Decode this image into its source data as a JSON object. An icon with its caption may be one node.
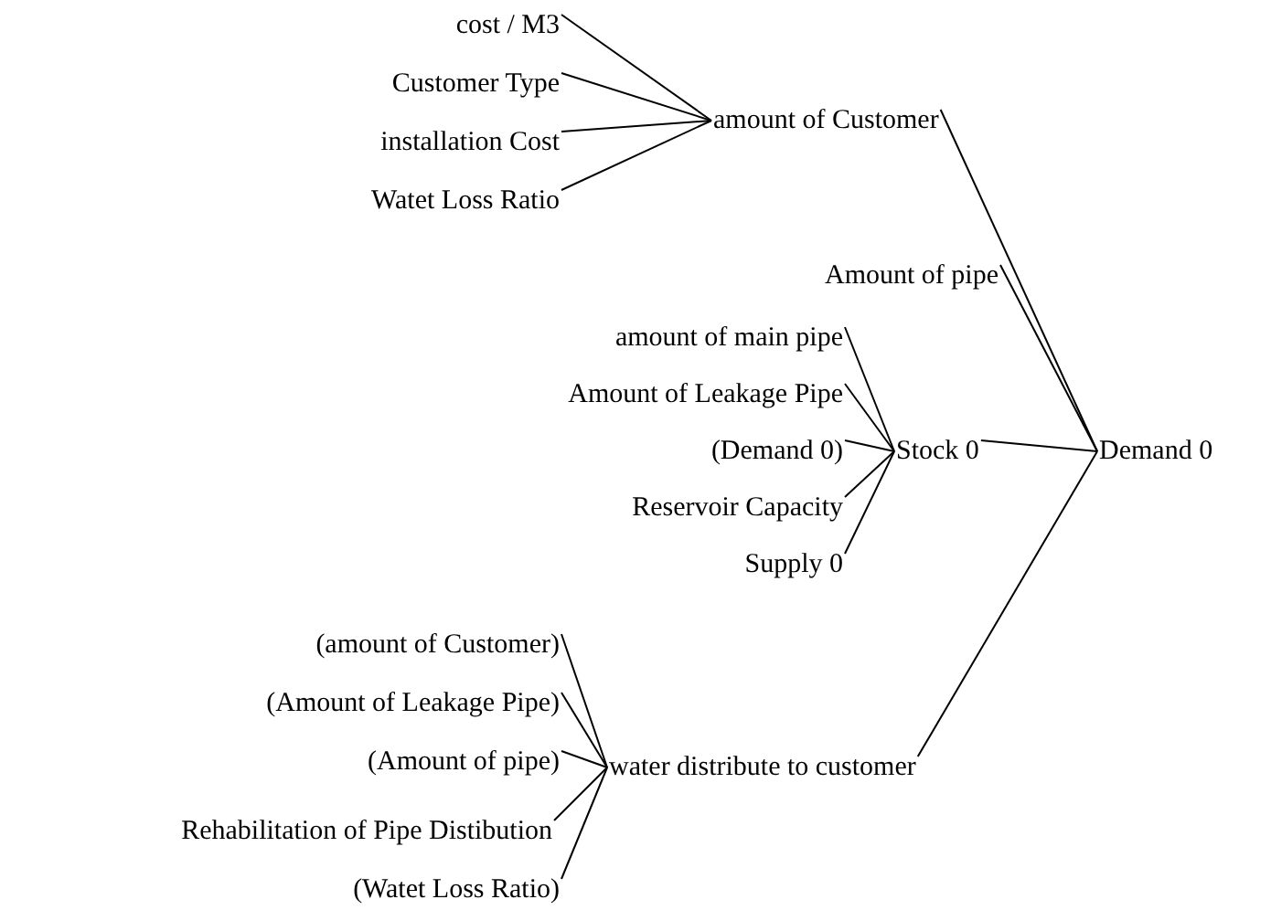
{
  "diagram": {
    "nodes": [
      {
        "text": [
          "cost / M3"
        ]
      },
      {
        "text": [
          "Customer Type"
        ]
      },
      {
        "text": [
          "installation Cost"
        ]
      },
      {
        "text": [
          "Watet Loss Ratio"
        ]
      },
      {
        "text": [
          "amount of Customer"
        ]
      },
      {
        "text": [
          "Amount of pipe"
        ]
      },
      {
        "text": [
          "amount of main pipe"
        ]
      },
      {
        "text": [
          "Amount of Leakage Pipe"
        ]
      },
      {
        "text": [
          "(Demand 0)"
        ]
      },
      {
        "text": [
          "Reservoir Capacity"
        ]
      },
      {
        "text": [
          "Supply 0"
        ]
      },
      {
        "text": [
          "Stock 0"
        ]
      },
      {
        "text": [
          "Demand 0"
        ]
      },
      {
        "text": [
          "(amount of Customer)"
        ]
      },
      {
        "text": [
          "(Amount of Leakage Pipe)"
        ]
      },
      {
        "text": [
          "(Amount of pipe)"
        ]
      },
      {
        "text": [
          "Rehabilitation of Pipe Distibution"
        ]
      },
      {
        "text": [
          "(Watet Loss Ratio)"
        ]
      },
      {
        "text": [
          "water distribute to customer"
        ]
      }
    ],
    "edges": [
      {
        "from": 0,
        "to": 4,
        "arrow": "none"
      },
      {
        "from": 1,
        "to": 4,
        "arrow": "none"
      },
      {
        "from": 2,
        "to": 4,
        "arrow": "none"
      },
      {
        "from": 3,
        "to": 4,
        "arrow": "none"
      },
      {
        "from": 4,
        "to": 12,
        "arrow": "none"
      },
      {
        "from": 5,
        "to": 12,
        "arrow": "none"
      },
      {
        "from": 6,
        "to": 11,
        "arrow": "none"
      },
      {
        "from": 7,
        "to": 11,
        "arrow": "none"
      },
      {
        "from": 8,
        "to": 11,
        "arrow": "none"
      },
      {
        "from": 9,
        "to": 11,
        "arrow": "none"
      },
      {
        "from": 10,
        "to": 11,
        "arrow": "none"
      },
      {
        "from": 11,
        "to": 12,
        "arrow": "none"
      },
      {
        "from": 13,
        "to": 18,
        "arrow": "none"
      },
      {
        "from": 14,
        "to": 18,
        "arrow": "none"
      },
      {
        "from": 15,
        "to": 18,
        "arrow": "none"
      },
      {
        "from": 16,
        "to": 18,
        "arrow": "none"
      },
      {
        "from": 17,
        "to": 18,
        "arrow": "none"
      },
      {
        "from": 18,
        "to": 12,
        "arrow": "none"
      }
    ]
  }
}
